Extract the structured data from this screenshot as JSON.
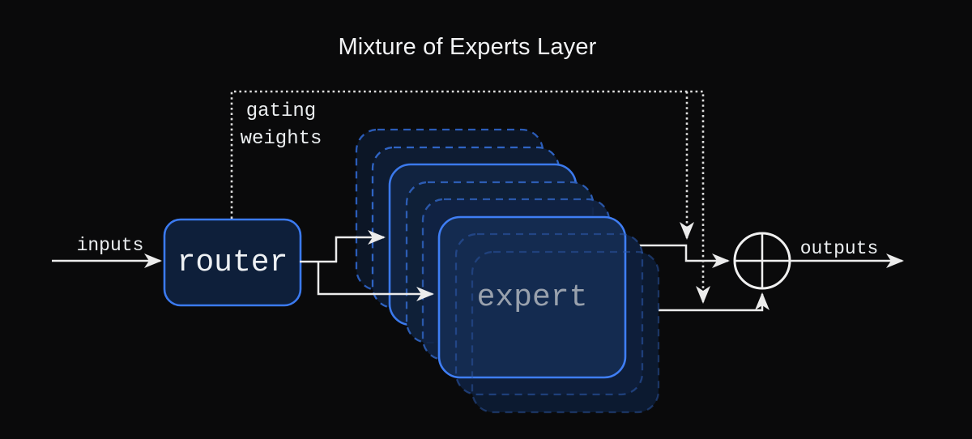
{
  "title": "Mixture of Experts Layer",
  "labels": {
    "inputs": "inputs",
    "outputs": "outputs",
    "gating_line1": "gating",
    "gating_line2": "weights"
  },
  "nodes": {
    "router": {
      "label": "router"
    },
    "expert": {
      "label": "expert"
    },
    "sum": {
      "icon": "circle-plus"
    }
  },
  "expert_stack": {
    "box_count": 8,
    "solid_box_indexes": [
      2,
      5
    ]
  },
  "colors": {
    "background": "#0a0a0b",
    "solid_border_blue": "#3b7af0",
    "dashed_border_blue": "#2d5db8",
    "box_fill_navy": "#13294e",
    "line_white": "#ececec",
    "dotted_white": "#dedede",
    "expert_text_gray": "#99a1ad"
  }
}
